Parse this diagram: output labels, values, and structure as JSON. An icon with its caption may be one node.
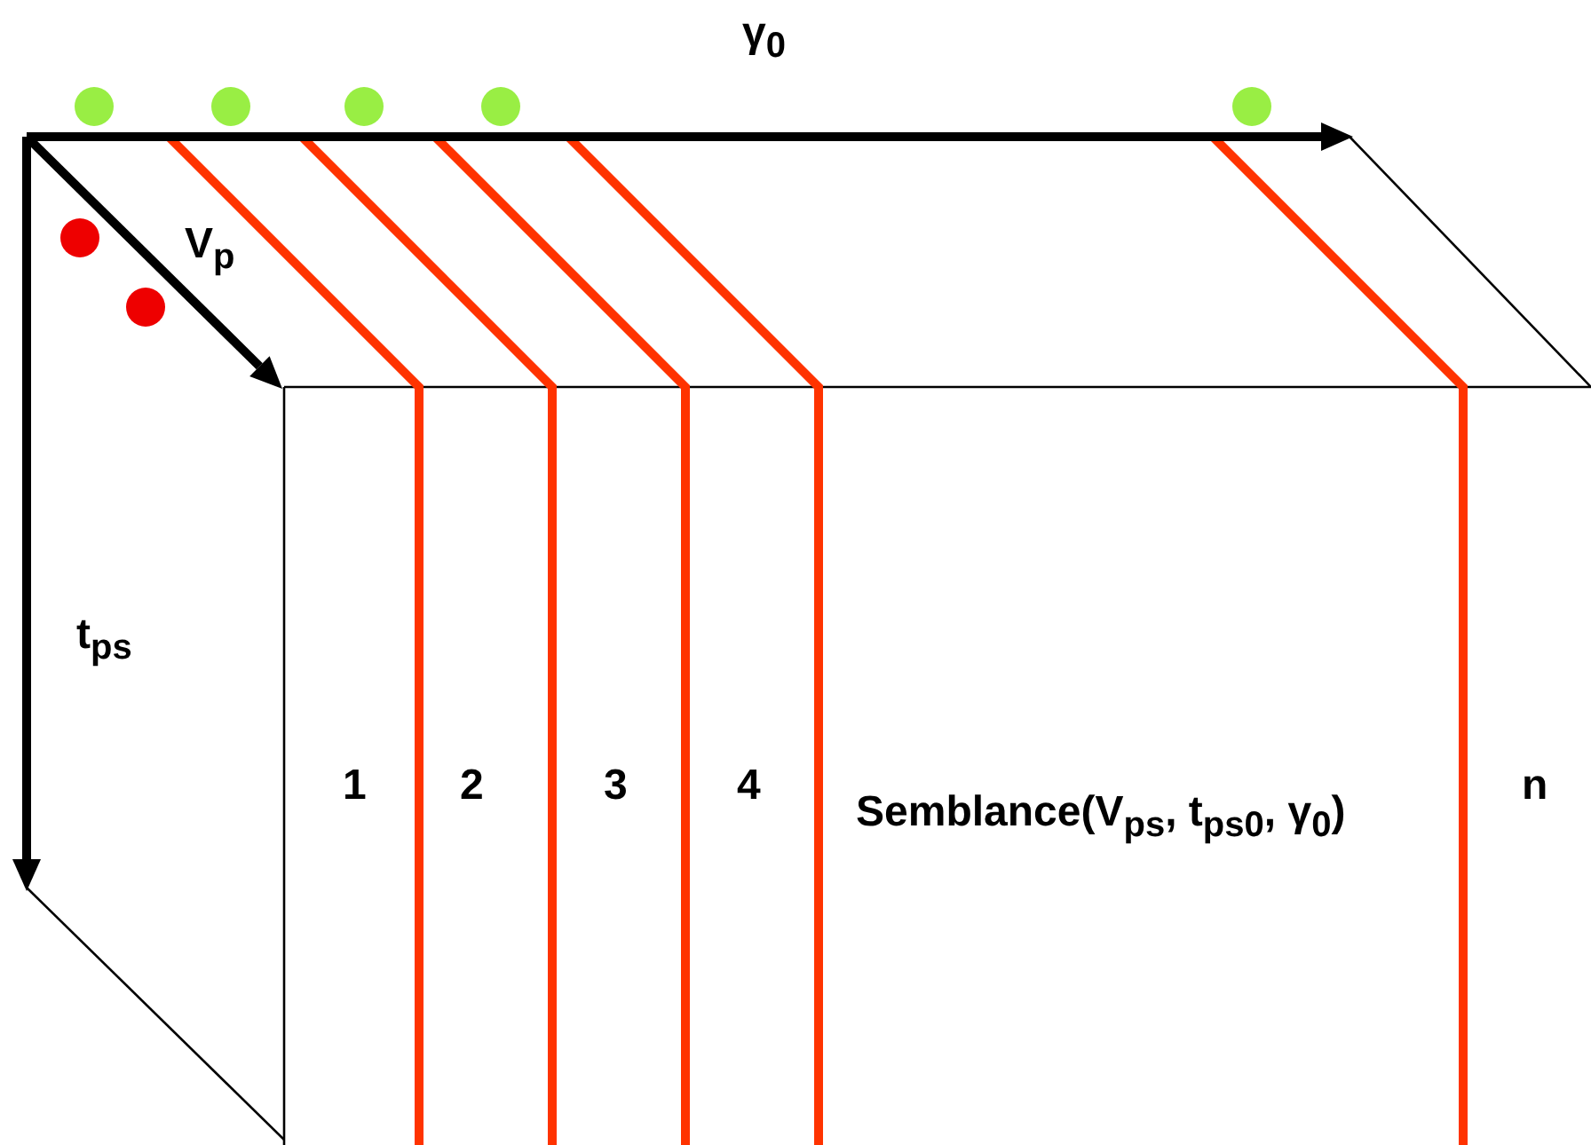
{
  "diagram": {
    "labels": [
      "γ$_{0}$",
      "V$_{p}$",
      "t$_{ps}$",
      "1",
      "2",
      "3",
      "4",
      "Semblance(V$_{ps}$, t$_{ps0}$, γ$_{0}$)",
      "n"
    ]
  }
}
